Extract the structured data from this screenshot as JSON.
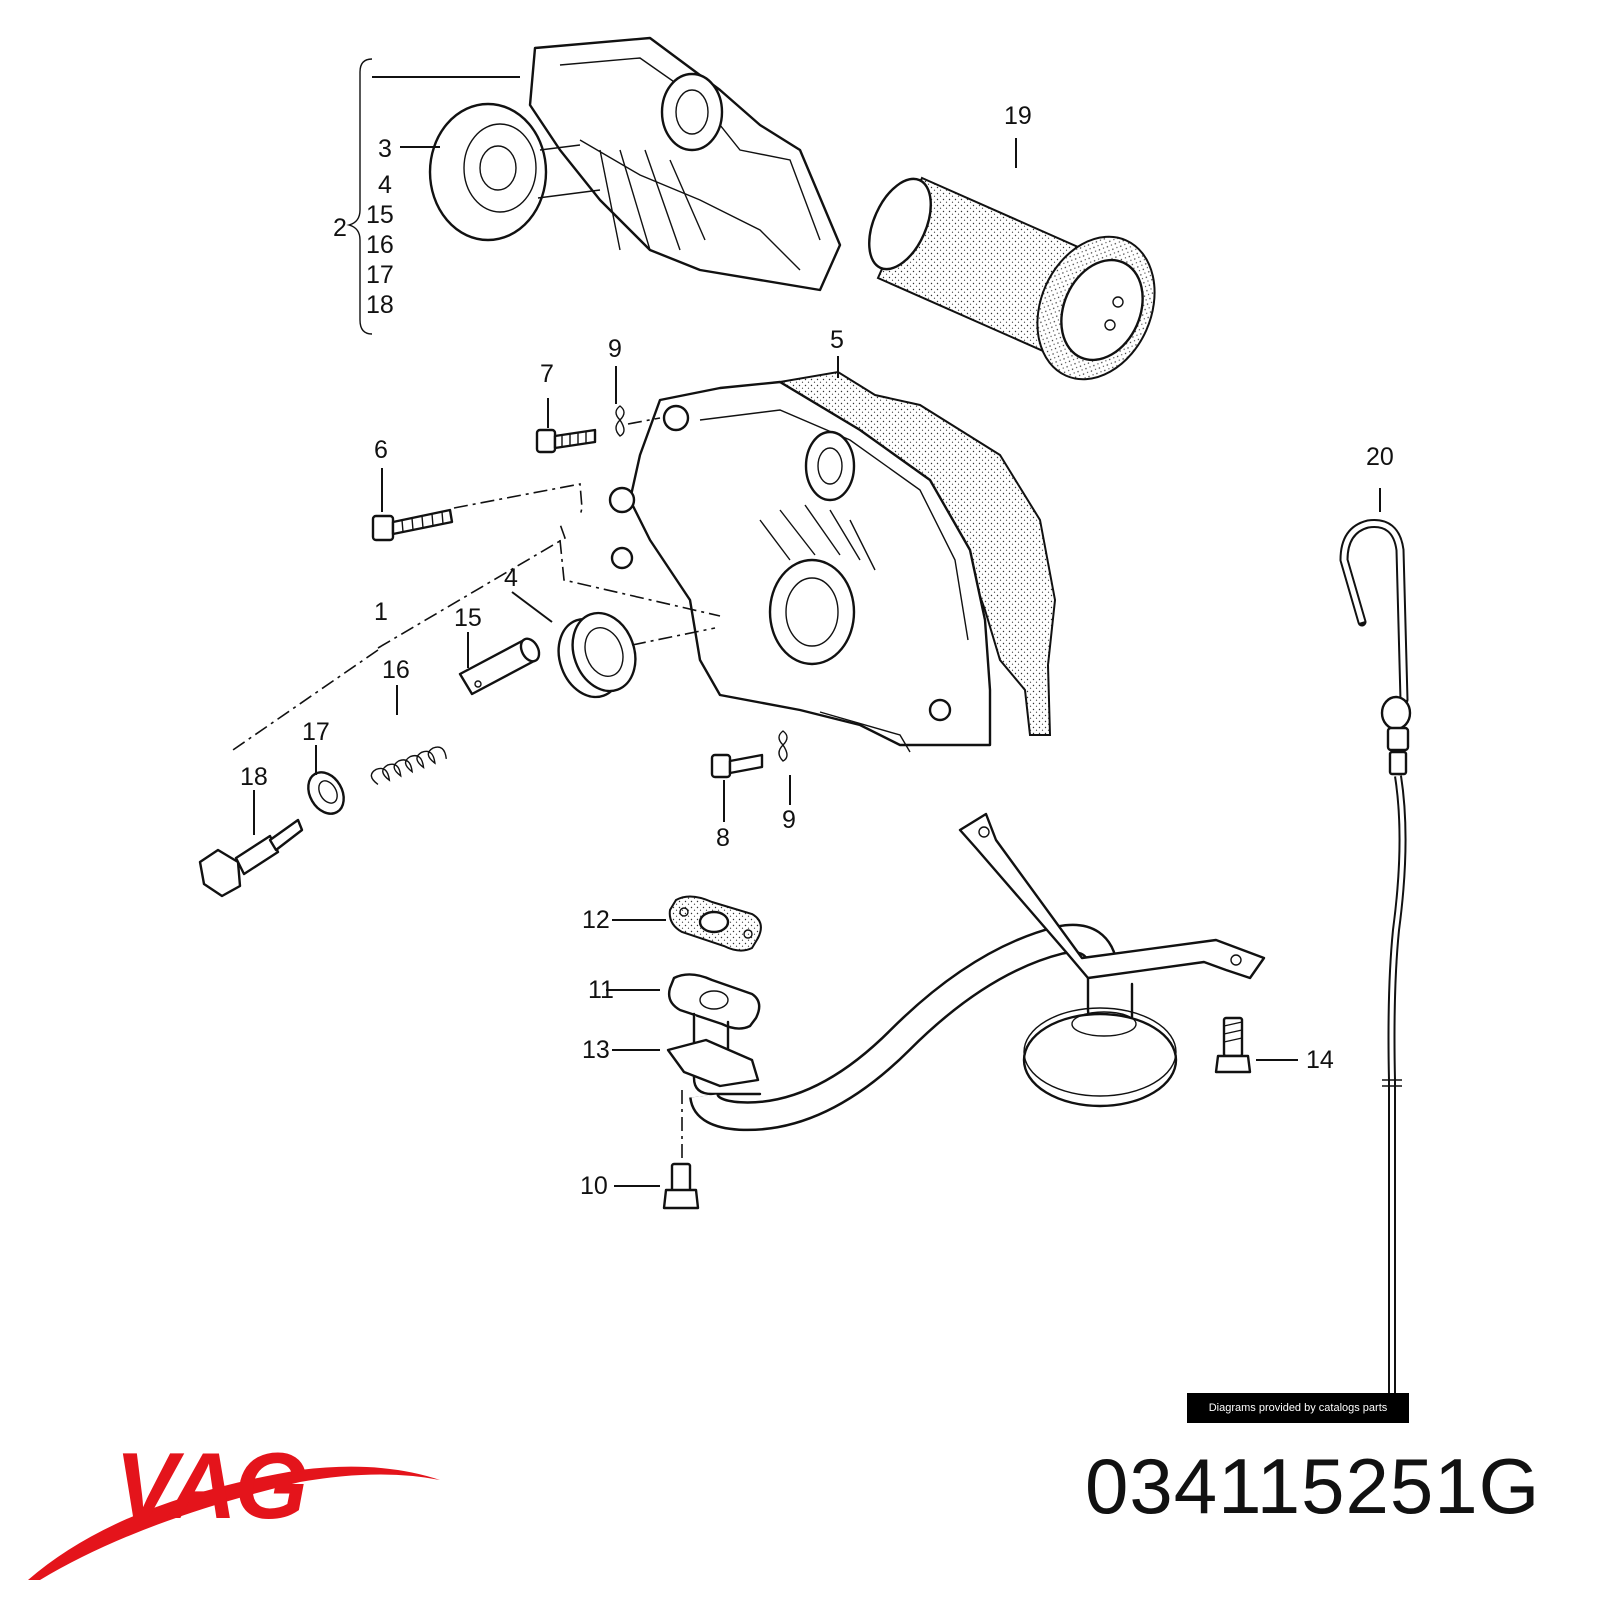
{
  "callouts": [
    {
      "id": "c2",
      "text": "2"
    },
    {
      "id": "c3",
      "text": "3"
    },
    {
      "id": "c4a",
      "text": "4"
    },
    {
      "id": "c15a",
      "text": "15"
    },
    {
      "id": "c16a",
      "text": "16"
    },
    {
      "id": "c17a",
      "text": "17"
    },
    {
      "id": "c18a",
      "text": "18"
    },
    {
      "id": "c19",
      "text": "19"
    },
    {
      "id": "c5",
      "text": "5"
    },
    {
      "id": "c7",
      "text": "7"
    },
    {
      "id": "c9a",
      "text": "9"
    },
    {
      "id": "c6",
      "text": "6"
    },
    {
      "id": "c20",
      "text": "20"
    },
    {
      "id": "c1",
      "text": "1"
    },
    {
      "id": "c4b",
      "text": "4"
    },
    {
      "id": "c15b",
      "text": "15"
    },
    {
      "id": "c16b",
      "text": "16"
    },
    {
      "id": "c17b",
      "text": "17"
    },
    {
      "id": "c18b",
      "text": "18"
    },
    {
      "id": "c8",
      "text": "8"
    },
    {
      "id": "c9b",
      "text": "9"
    },
    {
      "id": "c12",
      "text": "12"
    },
    {
      "id": "c11",
      "text": "11"
    },
    {
      "id": "c13",
      "text": "13"
    },
    {
      "id": "c14",
      "text": "14"
    },
    {
      "id": "c10",
      "text": "10"
    }
  ],
  "watermark": "Diagrams provided by catalogs parts",
  "part_number": "034115251G",
  "brand": {
    "name": "VAG",
    "color": "#e4141b"
  }
}
